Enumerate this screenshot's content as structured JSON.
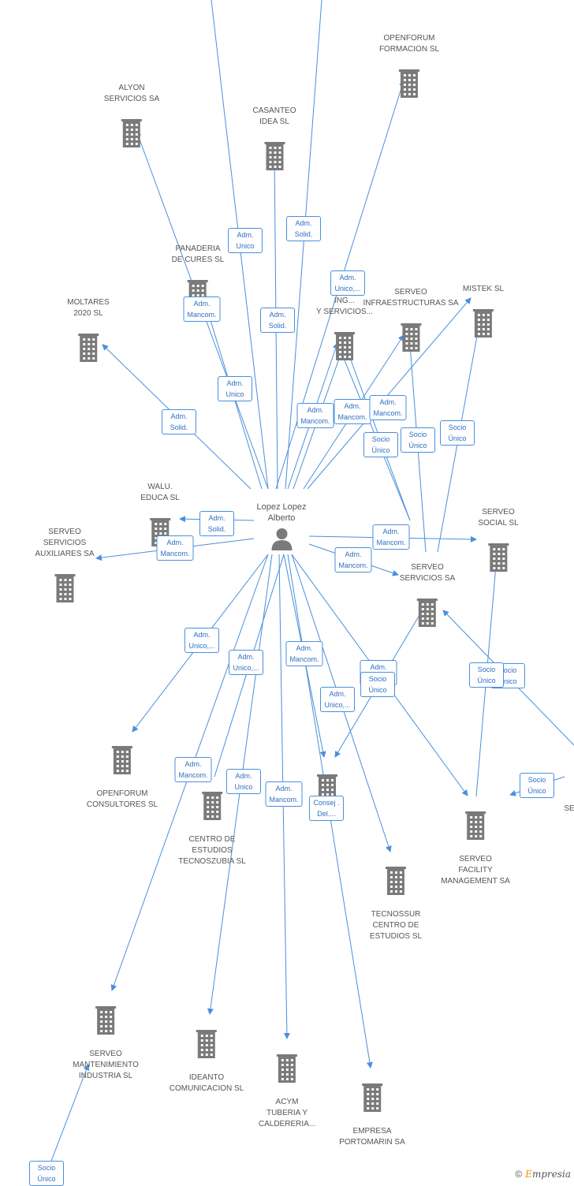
{
  "colors": {
    "edge": "#4a8fdc",
    "icon": "#7a7a7a",
    "label_text": "#555555",
    "badge_text": "#2f6fc2"
  },
  "person": {
    "name": "Lopez Lopez\nAlberto",
    "icon": "person-icon"
  },
  "companies": [
    {
      "id": "openforum-formacion",
      "label": "OPENFORUM\nFORMACION SL"
    },
    {
      "id": "alyon",
      "label": "ALYON\nSERVICIOS SA"
    },
    {
      "id": "casanteo",
      "label": "CASANTEO\nIDEA SL"
    },
    {
      "id": "panaderia",
      "label": "PANADERIA\nDE CURES SL"
    },
    {
      "id": "moltares",
      "label": "MOLTARES\n2020 SL"
    },
    {
      "id": "ja-ingenieria",
      "label": "JA...\nING...\nY SERVICIOS..."
    },
    {
      "id": "serveo-infra",
      "label": "SERVEO\nINFRAESTRUCTURAS SA"
    },
    {
      "id": "mistek",
      "label": "MISTEK SL"
    },
    {
      "id": "walu",
      "label": "WALU.\nEDUCA SL"
    },
    {
      "id": "serveo-aux",
      "label": "SERVEO\nSERVICIOS\nAUXILIARES SA"
    },
    {
      "id": "serveo-social",
      "label": "SERVEO\nSOCIAL SL"
    },
    {
      "id": "serveo-servicios",
      "label": "SERVEO\nSERVICIOS SA"
    },
    {
      "id": "openforum-consultores",
      "label": "OPENFORUM\nCONSULTORES SL"
    },
    {
      "id": "tecnoszubia",
      "label": "CENTRO DE\nESTUDIOS\nTECNOSZUBIA SL"
    },
    {
      "id": "center-company",
      "label": ""
    },
    {
      "id": "serveo-facility",
      "label": "SERVEO\nFACILITY\nMANAGEMENT SA"
    },
    {
      "id": "tecnossur",
      "label": "TECNOSSUR\nCENTRO DE\nESTUDIOS SL"
    },
    {
      "id": "serveo-mantenimiento",
      "label": "SERVEO\nMANTENIMIENTO\nINDUSTRIA SL"
    },
    {
      "id": "ideanto",
      "label": "IDEANTO\nCOMUNICACION SL"
    },
    {
      "id": "acym",
      "label": "ACYM\nTUBERIA Y\nCALDERERIA..."
    },
    {
      "id": "empresa-portomarin",
      "label": "EMPRESA\nPORTOMARIN SA"
    },
    {
      "id": "se-right",
      "label": "SE"
    }
  ],
  "edge_labels": [
    {
      "id": "alyon-role",
      "text": "Adm.\nUnico"
    },
    {
      "id": "top-solid",
      "text": "Adm.\nSolid."
    },
    {
      "id": "openforum-role",
      "text": "Adm.\nUnico,..."
    },
    {
      "id": "casanteo-role",
      "text": "Adm.\nSolid."
    },
    {
      "id": "panaderia-role",
      "text": "Adm.\nMancom."
    },
    {
      "id": "unico-2",
      "text": "Adm.\nUnico"
    },
    {
      "id": "moltares-role",
      "text": "Adm.\nSolid."
    },
    {
      "id": "ja-role",
      "text": "Adm.\nMancom."
    },
    {
      "id": "infra-role-1",
      "text": "Adm.\nMancom."
    },
    {
      "id": "infra-role-2",
      "text": "Adm.\nMancom."
    },
    {
      "id": "socio-1",
      "text": "Socio\nÚnico"
    },
    {
      "id": "socio-2",
      "text": "Socio\nÚnico"
    },
    {
      "id": "mistek-role",
      "text": "Socio\nÚnico"
    },
    {
      "id": "walu-role",
      "text": "Adm.\nSolid."
    },
    {
      "id": "aux-role",
      "text": "Adm.\nMancom."
    },
    {
      "id": "social-role",
      "text": "Adm.\nMancom."
    },
    {
      "id": "servicios-role",
      "text": "Adm.\nMancom."
    },
    {
      "id": "consultores-role",
      "text": "Adm.\nUnico,..."
    },
    {
      "id": "unico-3",
      "text": "Adm.\nUnico,..."
    },
    {
      "id": "mancom-center",
      "text": "Adm.\nMancom."
    },
    {
      "id": "mancom-right",
      "text": "Adm.\nMancom."
    },
    {
      "id": "socio-3",
      "text": "Socio\nÚnico"
    },
    {
      "id": "unico-4",
      "text": "Adm.\nUnico,..."
    },
    {
      "id": "socio-4",
      "text": "Socio\nÚnico"
    },
    {
      "id": "socio-5",
      "text": "Socio\nÚnico"
    },
    {
      "id": "tecnoszubia-role",
      "text": "Adm.\nMancom."
    },
    {
      "id": "unico-5",
      "text": "Adm.\nUnico"
    },
    {
      "id": "mancom-low",
      "text": "Adm.\nMancom."
    },
    {
      "id": "consej",
      "text": "Consej .\nDel...."
    },
    {
      "id": "socio-6",
      "text": "Socio\nÚnico"
    },
    {
      "id": "socio-bottom",
      "text": "Socio\nÚnico"
    }
  ],
  "footer": {
    "copyright": "©",
    "brand_initial": "E",
    "brand_rest": "mpresia"
  }
}
